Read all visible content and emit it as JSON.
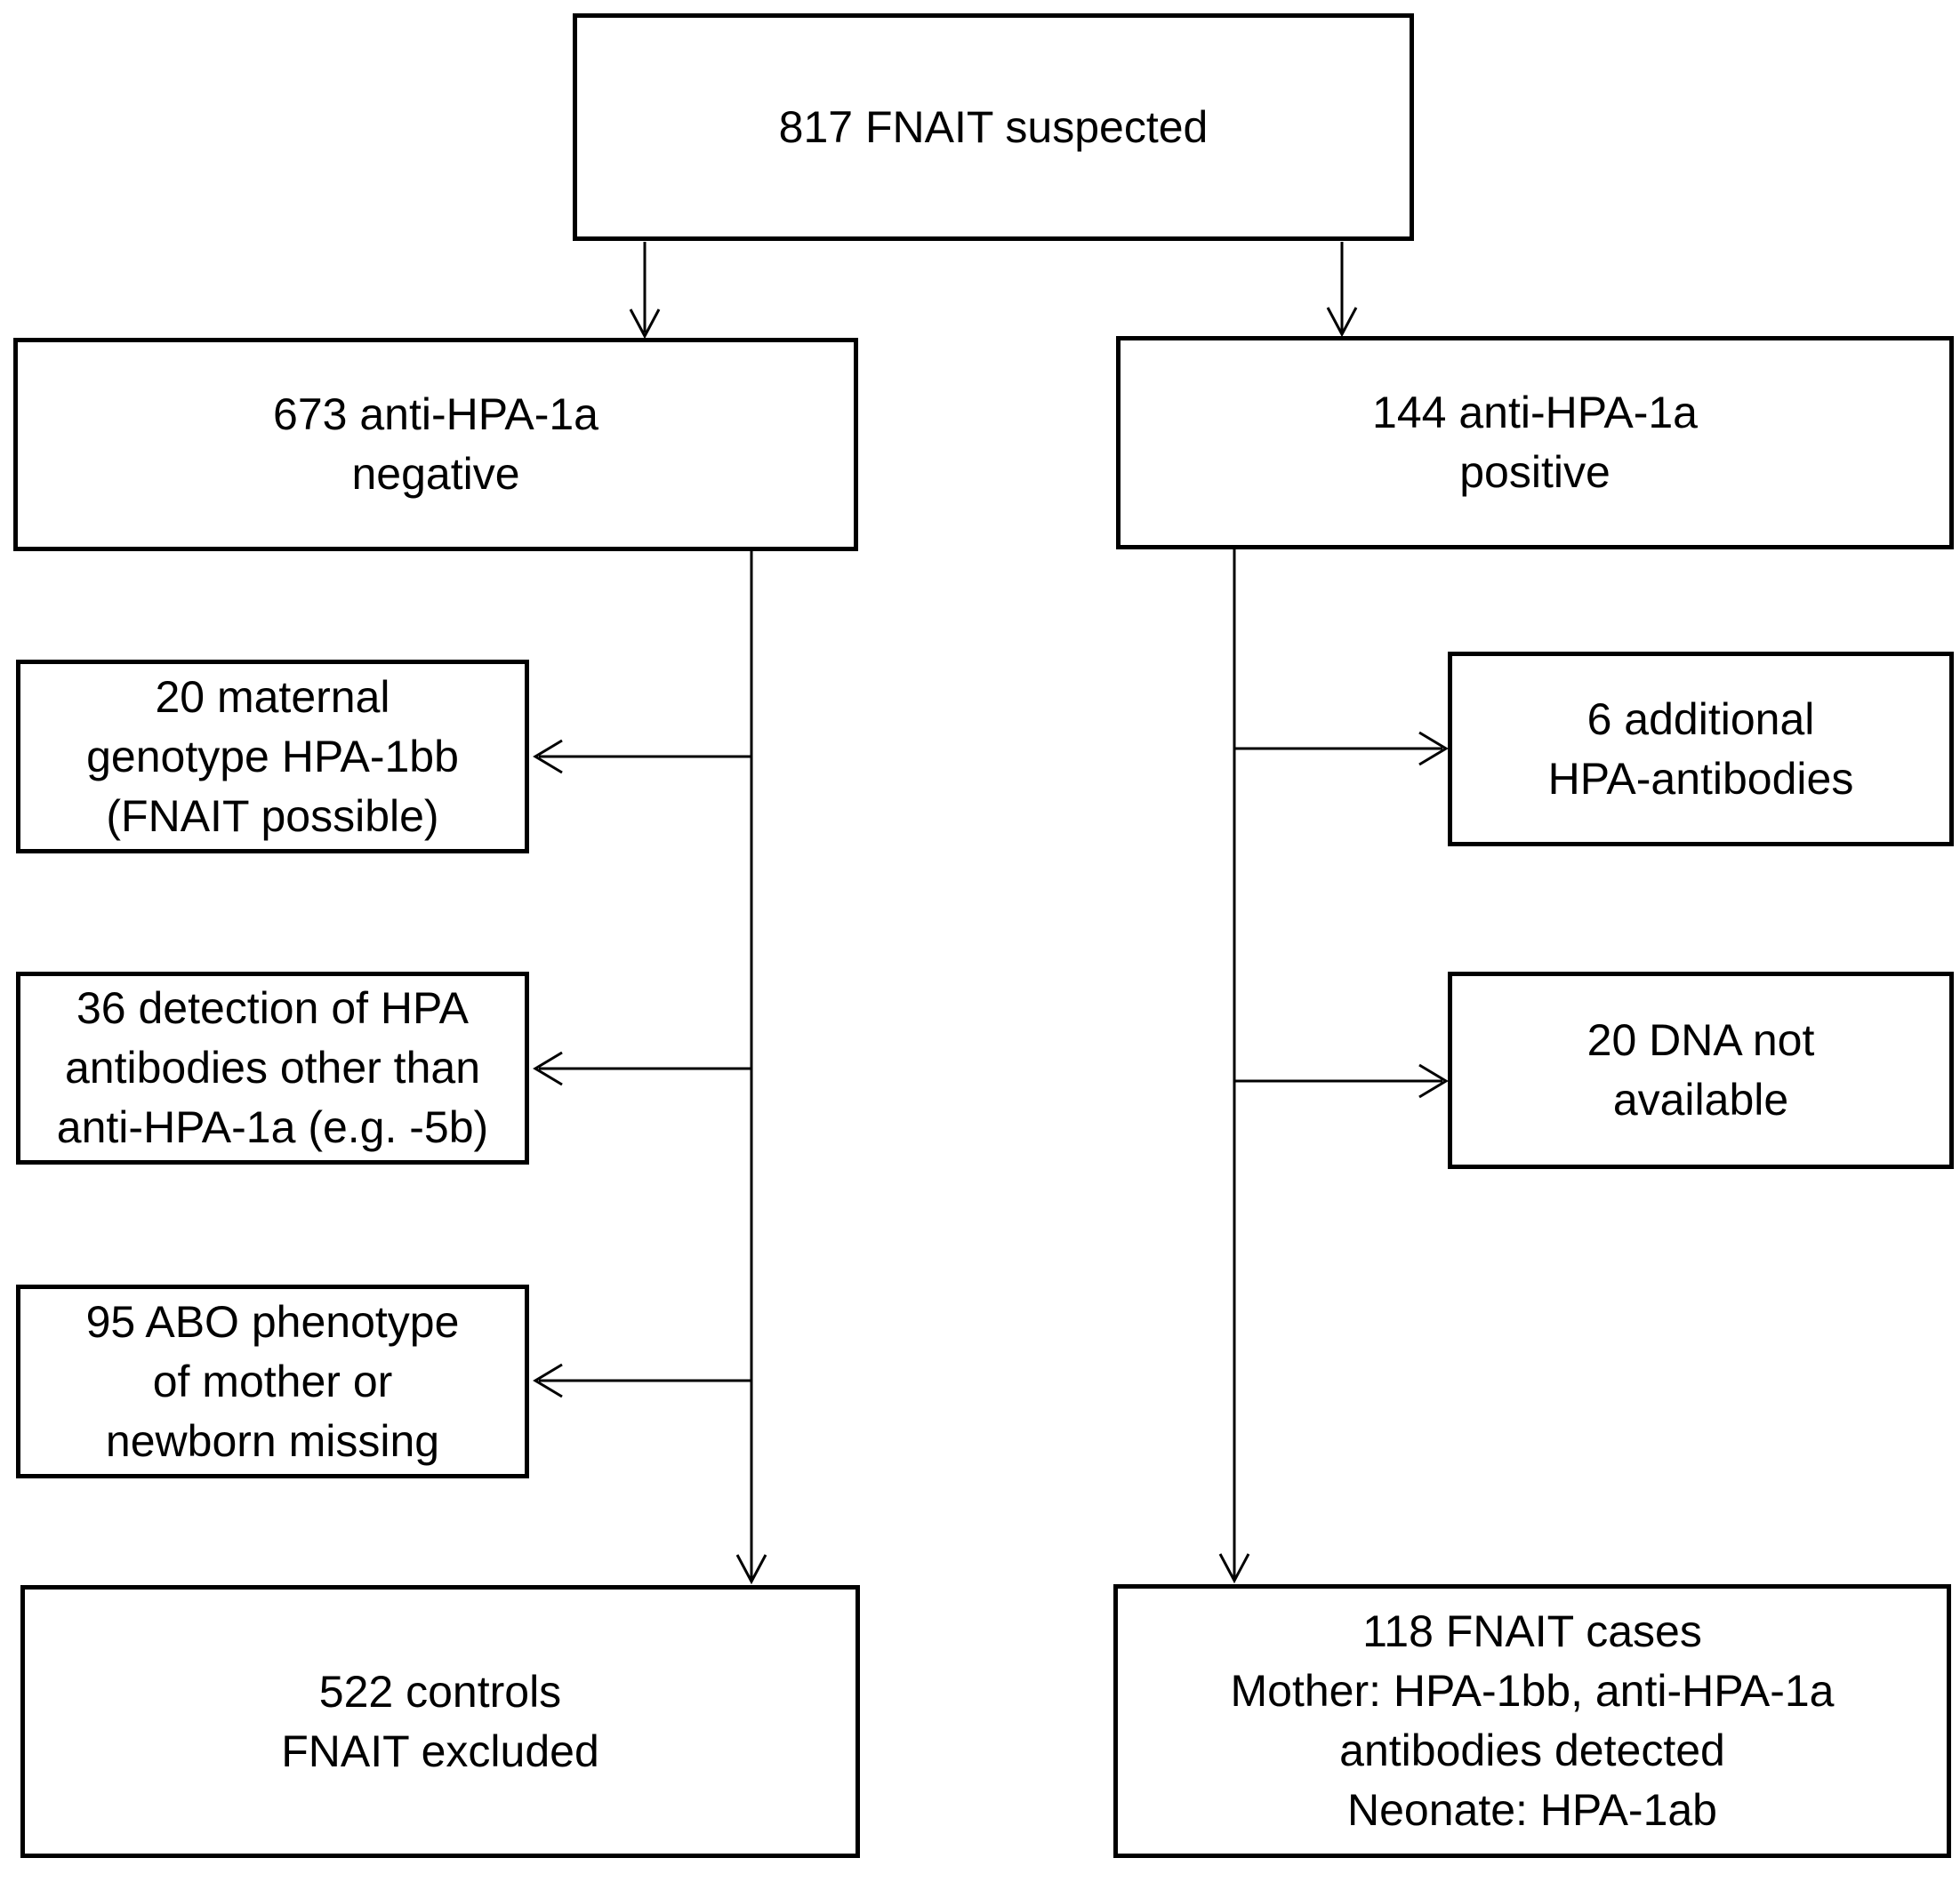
{
  "page": {
    "background_color": "#ffffff",
    "line_color": "#000000",
    "text_color": "#000000"
  },
  "nodes": {
    "root": {
      "lines": [
        "817 FNAIT suspected"
      ]
    },
    "negative": {
      "lines": [
        "673 anti-HPA-1a",
        "negative"
      ]
    },
    "positive": {
      "lines": [
        "144 anti-HPA-1a",
        "positive"
      ]
    },
    "maternal_genotype": {
      "lines": [
        "20 maternal",
        "genotype HPA-1bb",
        "(FNAIT possible)"
      ]
    },
    "other_antibodies": {
      "lines": [
        "36 detection of HPA",
        "antibodies other than",
        "anti-HPA-1a (e.g. -5b)"
      ]
    },
    "abo_missing": {
      "lines": [
        "95 ABO phenotype",
        "of mother or",
        "newborn missing"
      ]
    },
    "additional_hpa": {
      "lines": [
        "6 additional",
        "HPA-antibodies"
      ]
    },
    "dna_not_available": {
      "lines": [
        "20 DNA not",
        "available"
      ]
    },
    "controls": {
      "lines": [
        "522 controls",
        "FNAIT excluded"
      ]
    },
    "cases": {
      "lines": [
        "118 FNAIT cases",
        "Mother: HPA-1bb, anti-HPA-1a",
        "antibodies detected",
        "Neonate: HPA-1ab"
      ]
    }
  }
}
